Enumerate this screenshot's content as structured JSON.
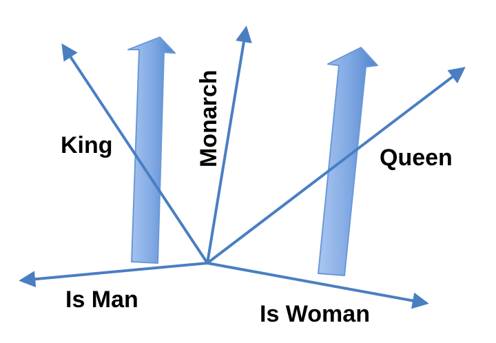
{
  "labels": {
    "king": "King",
    "monarch": "Monarch",
    "queen": "Queen",
    "is_man": "Is Man",
    "is_woman": "Is Woman"
  },
  "colors": {
    "arrow": "#4a7ec2",
    "thick_arrow_light": "#8fb3e8",
    "thick_arrow_dark": "#5a8ed6",
    "thick_arrow_stroke": "#6a98d8",
    "text": "#000000"
  }
}
